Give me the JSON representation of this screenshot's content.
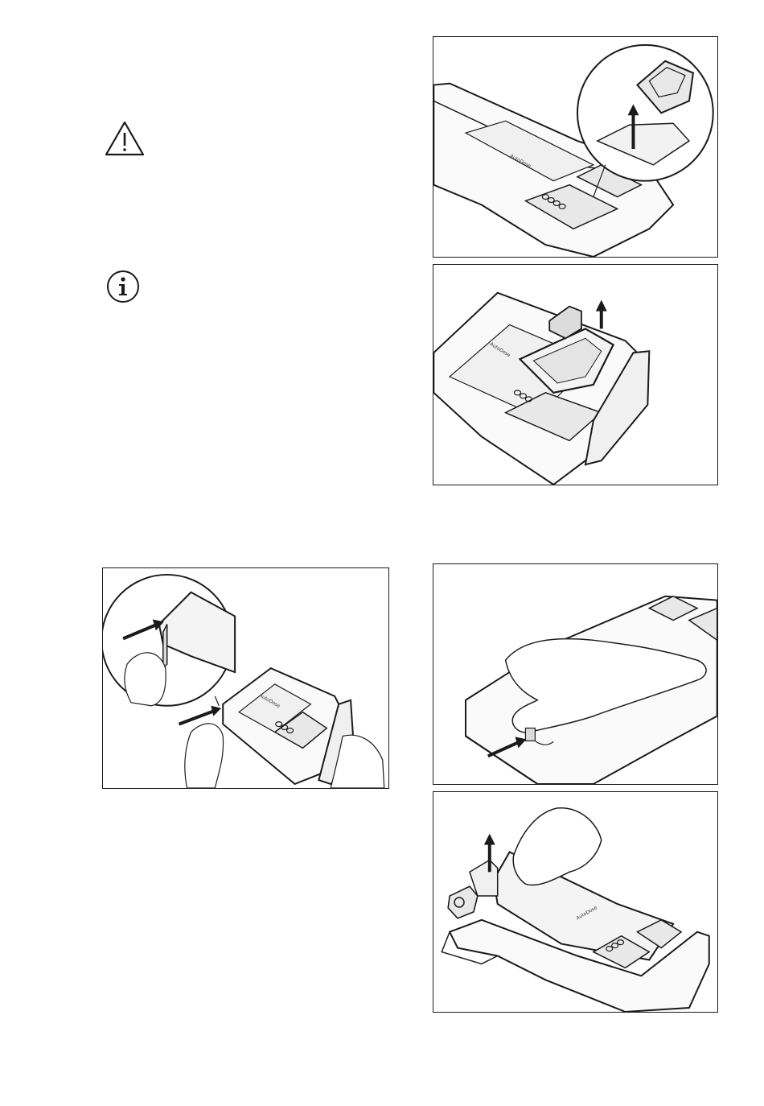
{
  "icons": {
    "warning": "warning-triangle-icon",
    "info": "info-circle-icon"
  },
  "figures": {
    "fig1": {
      "subject": "dispenser-drawer-remove-insert",
      "label_text": "AutoDose"
    },
    "fig2": {
      "subject": "dispenser-drawer-lift-compartment",
      "label_text": "AutoDose"
    },
    "fig3": {
      "subject": "dispenser-drawer-press-release-lever",
      "label_text": "AutoDose"
    },
    "fig4": {
      "subject": "dispenser-drawer-press-latch"
    },
    "fig5": {
      "subject": "dispenser-drawer-lift-cover",
      "label_text": "AutoDose"
    }
  },
  "colors": {
    "line": "#1a1a1a",
    "shade": "#e8e8e8",
    "bg": "#ffffff"
  }
}
